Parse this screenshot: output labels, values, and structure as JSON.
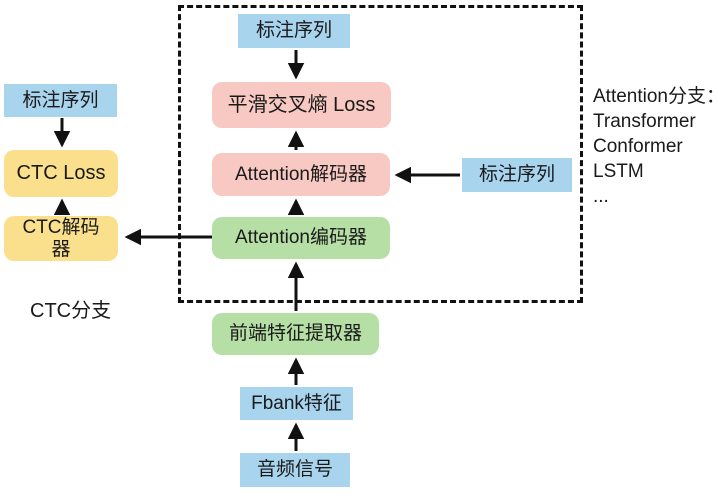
{
  "colors": {
    "blue": "#A9D4EE",
    "pink": "#F8C8C3",
    "green": "#B6DFA5",
    "yellow": "#FAE08C",
    "line": "#111111",
    "bg": "#FFFFFF"
  },
  "attention_branch": {
    "top_label_sequence": "标注序列",
    "smooth_cross_entropy_loss": "平滑交叉熵 Loss",
    "attention_decoder": "Attention解码器",
    "attention_encoder": "Attention编码器",
    "right_label_sequence": "标注序列"
  },
  "ctc_branch": {
    "label_sequence": "标注序列",
    "ctc_loss": "CTC Loss",
    "ctc_decoder": "CTC解码器",
    "branch_caption": "CTC分支"
  },
  "frontend": {
    "feature_extractor": "前端特征提取器",
    "fbank_features": "Fbank特征",
    "audio_signal": "音频信号"
  },
  "annotation": {
    "lines": [
      "Attention分支：",
      "Transformer",
      "Conformer",
      "LSTM",
      "..."
    ]
  }
}
